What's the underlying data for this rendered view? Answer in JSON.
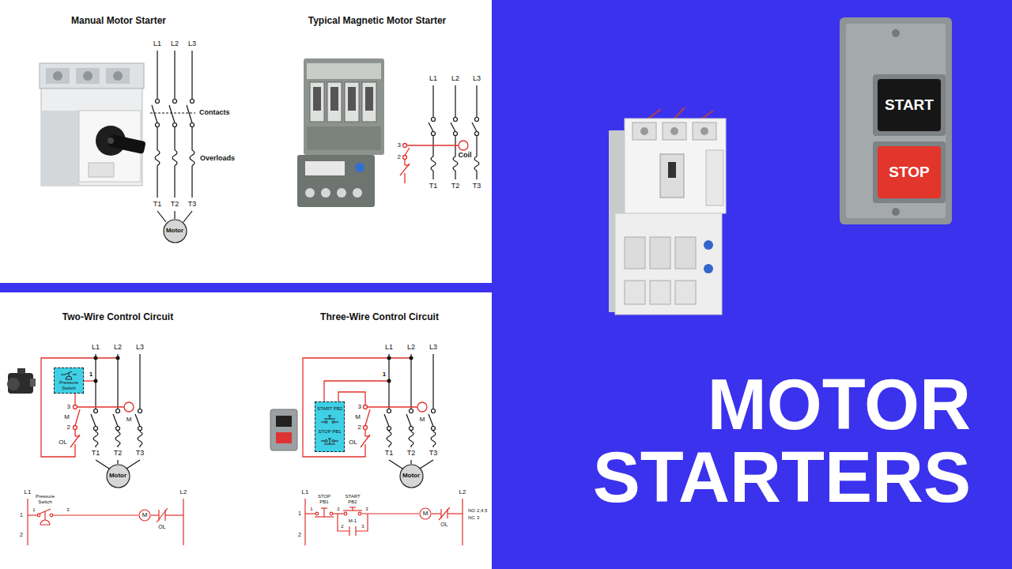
{
  "diagram": {
    "title": "MOTOR STARTERS",
    "nodes": [
      {
        "text": [
          "Motor"
        ]
      },
      {
        "text": [
          "START"
        ]
      },
      {
        "text": [
          "STOP"
        ]
      },
      {
        "text": [
          "Pressure Switch"
        ]
      },
      {
        "text": [
          "Motor"
        ]
      },
      {
        "text": [
          "M"
        ]
      },
      {
        "text": [
          "START PB2",
          "STOP PB1"
        ]
      },
      {
        "text": [
          "Motor"
        ]
      },
      {
        "text": [
          "M"
        ]
      }
    ],
    "labels": [
      "Manual Motor Starter",
      "L1",
      "L2",
      "L3",
      "Contacts",
      "Overloads",
      "T1",
      "T2",
      "T3",
      "Typical Magnetic Motor Starter",
      "L1",
      "L2",
      "L3",
      "3",
      "2",
      "Coil",
      "T1",
      "T2",
      "T3",
      "Two-Wire Control Circuit",
      "L1",
      "L2",
      "L3",
      "1",
      "3",
      "M",
      "2",
      "OL",
      "M",
      "T1",
      "T2",
      "T3",
      "L1",
      "L2",
      "Pressure Switch",
      "1",
      "3",
      "OL",
      "1",
      "2",
      "Three-Wire Control Circuit",
      "L1",
      "L2",
      "L3",
      "1",
      "3",
      "M",
      "2",
      "OL",
      "M",
      "T1",
      "T2",
      "T3",
      "L1",
      "L2",
      "1",
      "STOP PB1",
      "START PB2",
      "1",
      "2",
      "3",
      "M-1",
      "2",
      "3",
      "OL",
      "NO",
      "2,4,5",
      "NC",
      "3",
      "2"
    ]
  }
}
